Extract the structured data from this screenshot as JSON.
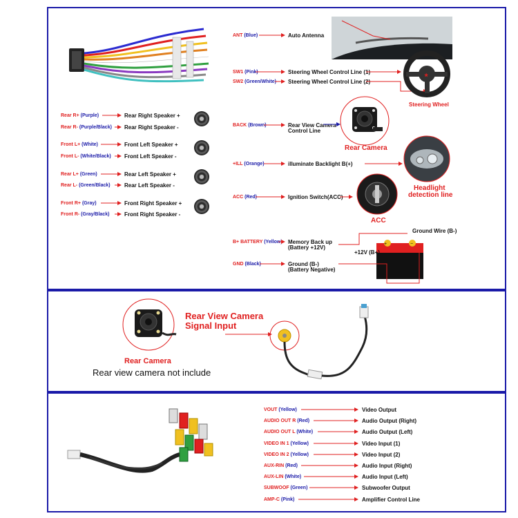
{
  "speakers": [
    {
      "name": "Rear R+",
      "color": "(Purple)",
      "desc": "Rear Right Speaker +"
    },
    {
      "name": "Rear R-",
      "color": "(Purple/Black)",
      "desc": "Rear Right Speaker -"
    },
    {
      "name": "Front L+",
      "color": "(White)",
      "desc": "Front Left Speaker +"
    },
    {
      "name": "Front L-",
      "color": "(White/Black)",
      "desc": "Front Left Speaker -"
    },
    {
      "name": "Rear L+",
      "color": "(Green)",
      "desc": "Rear Left Speaker +"
    },
    {
      "name": "Rear L-",
      "color": "(Green/Black)",
      "desc": "Rear Left Speaker -"
    },
    {
      "name": "Front R+",
      "color": "(Gray)",
      "desc": "Front Right Speaker +"
    },
    {
      "name": "Front R-",
      "color": "(Gray/Black)",
      "desc": "Front Right Speaker -"
    }
  ],
  "wires": {
    "ant": {
      "name": "ANT",
      "color": "(Blue)",
      "desc": "Auto Antenna"
    },
    "sw1": {
      "name": "SW1",
      "color": "(Pink)",
      "desc": "Steering Wheel Control Line (1)"
    },
    "sw2": {
      "name": "SW2",
      "color": "(Green/White)",
      "desc": "Steering Wheel Control Line (2)"
    },
    "back": {
      "name": "BACK",
      "color": "(Brown)",
      "desc1": "Rear View Camera",
      "desc2": "Control Line"
    },
    "ill": {
      "name": "+ILL",
      "color": "(Orange)",
      "desc": "illuminate Backlight B(+)"
    },
    "acc": {
      "name": "ACC",
      "color": "(Red)",
      "desc": "Ignition Switch(ACC)"
    },
    "battery": {
      "name": "B+ BATTERY",
      "color": "(Yellow)",
      "desc1": "Memory Back up",
      "desc2": "(Battery +12V)"
    },
    "gnd": {
      "name": "GND",
      "color": "(Black)",
      "desc1": "Ground (B-)",
      "desc2": "(Battery Negative)"
    }
  },
  "captions": {
    "steering_wheel": "Steering Wheel",
    "rear_camera": "Rear Camera",
    "headlight1": "Headlight",
    "headlight2": "detection line",
    "acc": "ACC",
    "ground_wire": "Ground Wire (B-)",
    "plus12v": "+12V  (B+)"
  },
  "camera_panel": {
    "title1": "Rear View Camera",
    "title2": "Signal Input",
    "camera_label": "Rear Camera",
    "note": "Rear view camera not include"
  },
  "av_outputs": [
    {
      "name": "VOUT",
      "color": "(Yellow)",
      "desc": "Video Output"
    },
    {
      "name": "AUDIO OUT R",
      "color": "(Red)",
      "desc": "Audio Output (Right)"
    },
    {
      "name": "AUDIO OUT L",
      "color": "(White)",
      "desc": "Audio Output (Left)"
    },
    {
      "name": "VIDEO IN 1",
      "color": "(Yellow)",
      "desc": "Video Input (1)"
    },
    {
      "name": "VIDEO IN 2",
      "color": "(Yellow)",
      "desc": "Video Input (2)"
    },
    {
      "name": "AUX-RIN",
      "color": "(Red)",
      "desc": "Audio Input (Right)"
    },
    {
      "name": "AUX-LIN",
      "color": "(White)",
      "desc": "Audio Input (Left)"
    },
    {
      "name": "SUBWOOF",
      "color": "(Green)",
      "desc": "Subwoofer Output"
    },
    {
      "name": "AMP-C",
      "color": "(Pink)",
      "desc": "Amplifier Control Line"
    }
  ],
  "colors": {
    "label_red": "#e02020",
    "label_blue": "#1a1aa8",
    "border": "#1a1aa8",
    "arrow": "#e02020"
  }
}
